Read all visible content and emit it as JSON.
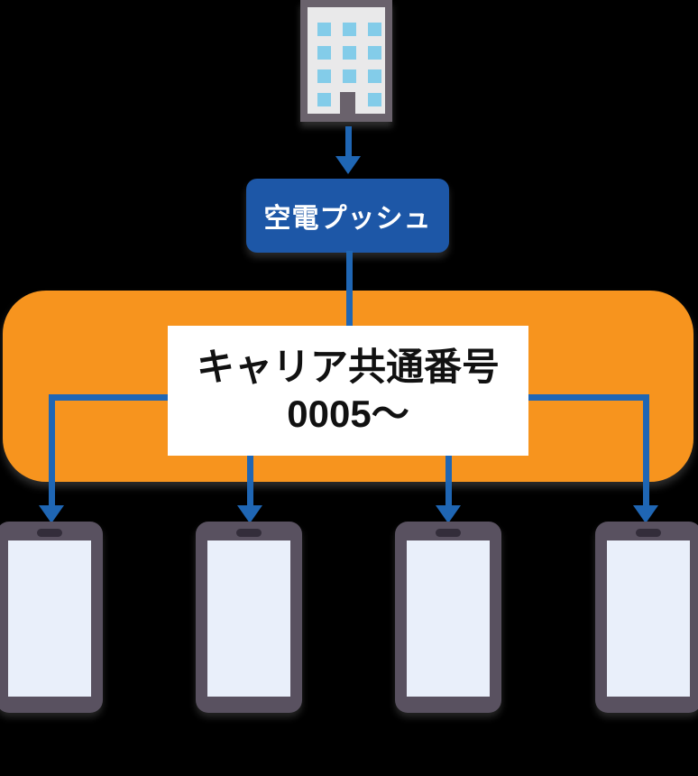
{
  "diagram": {
    "source_node": {
      "icon": "building-icon"
    },
    "push_node": {
      "label": "空電プッシュ"
    },
    "carrier_panel": {
      "title_line1": "キャリア共通番号",
      "title_line2": "0005〜"
    },
    "device_count": 4
  },
  "colors": {
    "background": "#000000",
    "orange-panel": "#F7941E",
    "blue-node": "#1D57A7",
    "arrow-blue": "#1F66B4",
    "building-frame": "#6A626C",
    "building-interior": "#E9E9EA",
    "building-window": "#83CCE9",
    "phone-body": "#595160",
    "phone-screen": "#E9EFFA",
    "phone-speaker": "#332D3A",
    "white-box": "#FFFFFF",
    "text-dark": "#111111",
    "text-light": "#FFFFFF"
  }
}
